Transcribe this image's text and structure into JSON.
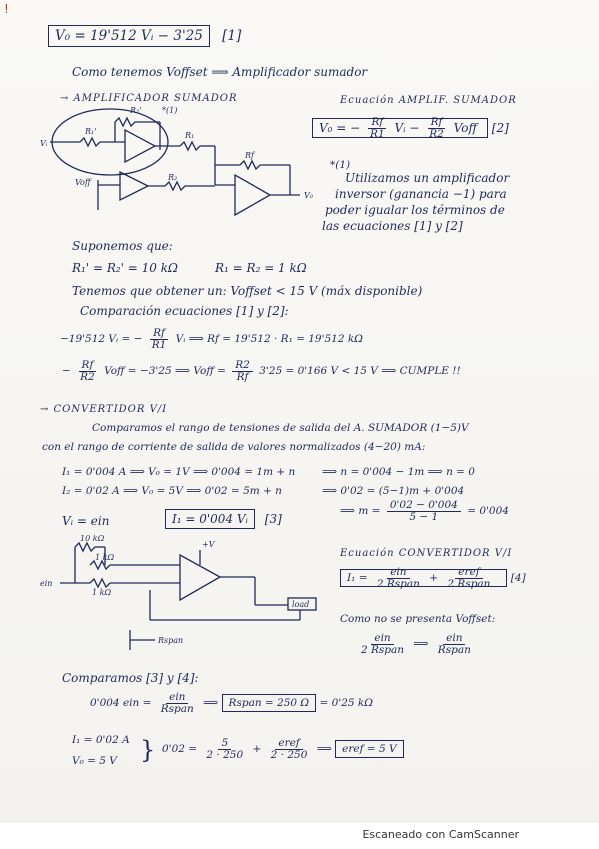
{
  "corner_mark": "!",
  "lines": {
    "eq1": "V₀ = 19'512 Vᵢ − 3'25",
    "eq1_tag": "[1]",
    "voffset_note": "Como tenemos Voffset ⟹ Amplificador sumador",
    "sec1": "→ AMPLIFICADOR SUMADOR",
    "eq_title": "Ecuación AMPLIF. SUMADOR",
    "eq2_left": "V₀ = −",
    "eq2_f1_n": "Rf",
    "eq2_f1_d": "R1",
    "eq2_mid": "Vᵢ −",
    "eq2_f2_n": "Rf",
    "eq2_f2_d": "R2",
    "eq2_right": "Voff",
    "eq2_tag": "[2]",
    "star_mark": "*(1)",
    "text1": "Utilizamos un amplificador",
    "text2": "inversor (ganancia −1) para",
    "text3": "poder igualar los términos de",
    "text4": "las ecuaciones [1] y [2]",
    "sup": "Suponemos que:",
    "sup_vals1": "R₁' = R₂' = 10 kΩ",
    "sup_vals2": "R₁ = R₂ = 1 kΩ",
    "obtain": "Tenemos que obtener un: Voffset < 15 V (máx disponible)",
    "comp": "Comparación ecuaciones [1] y [2]:",
    "c1_left": "−19'512 Vᵢ = −",
    "c1_n": "Rf",
    "c1_d": "R1",
    "c1_right": "Vᵢ ⟹ Rf = 19'512 · R₁ = 19'512 kΩ",
    "c2_left": "−",
    "c2_n": "Rf",
    "c2_d": "R2",
    "c2_mid": "Voff = −3'25 ⟹ Voff =",
    "c2_n2": "R2",
    "c2_d2": "Rf",
    "c2_right": "3'25 = 0'166 V < 15 V ⟹ CUMPLE !!",
    "sec2": "→ CONVERTIDOR V/I",
    "conv1": "Comparamos el rango de tensiones de salida del A. SUMADOR (1−5)V",
    "conv2": "con el rango de corriente de salida de valores normalizados (4−20) mA:",
    "i1": "I₁ = 0'004 A ⟹ V₀ = 1V ⟹ 0'004 = 1m + n",
    "i1r": "⟹ n = 0'004 − 1m ⟹ n = 0",
    "i2": "I₂ = 0'02 A ⟹ V₀ = 5V ⟹ 0'02 = 5m + n",
    "i2r": "⟹ 0'02 = (5−1)m + 0'004",
    "m_left": "⟹ m =",
    "m_n": "0'02 − 0'004",
    "m_d": "5 − 1",
    "m_right": "= 0'004",
    "vi": "Vᵢ = ein",
    "eq3": "I₁ = 0'004 Vᵢ",
    "eq3_tag": "[3]",
    "conv_title": "Ecuación CONVERTIDOR V/I",
    "eq4_left": "I₁ =",
    "eq4_n1": "ein",
    "eq4_d1": "2 Rspan",
    "eq4_n2": "eref",
    "eq4_d2": "2 Rspan",
    "eq4_tag": "[4]",
    "nov": "Como no se presenta Voffset:",
    "nov_n1": "ein",
    "nov_d1": "2 Rspan",
    "nov_n2": "ein",
    "nov_d2": "Rspan",
    "comp2": "Comparamos [3] y [4]:",
    "r_left": "0'004 ein =",
    "r_n": "ein",
    "r_d": "Rspan",
    "r_box": "Rspan = 250 Ω",
    "r_right": "= 0'25 kΩ",
    "f1": "I₁ = 0'02 A",
    "f2": "V₀ = 5 V",
    "f_mid": "0'02 =",
    "f_n1": "5",
    "f_d1": "2 · 250",
    "f_n2": "eref",
    "f_d2": "2 · 250",
    "f_box": "eref = 5 V"
  },
  "circuit1": {
    "labels": [
      "R₂'",
      "*(1)",
      "R₁'",
      "Vᵢ",
      "R₁",
      "Rf",
      "Voff",
      "R₂",
      "V₀"
    ]
  },
  "circuit2": {
    "labels": [
      "10 kΩ",
      "1 kΩ",
      "ein",
      "1 kΩ",
      "+V",
      "Rspan",
      "load"
    ]
  },
  "footer": "Escaneado con CamScanner"
}
